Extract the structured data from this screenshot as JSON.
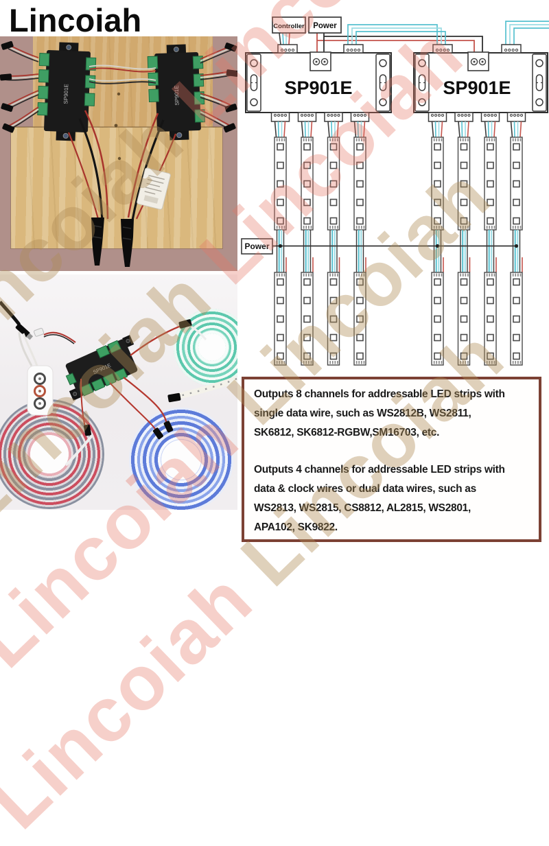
{
  "brand": {
    "logo": "Lincoiah"
  },
  "watermark": {
    "text": "Lincoiah"
  },
  "diagram": {
    "controller_label": "Controller",
    "power_label": "Power",
    "unit_label": "SP901E",
    "power_bus_label": "Power",
    "units": 2,
    "strip_columns": 8,
    "strip_rows": 2,
    "leds_per_strip": 5,
    "colors": {
      "outline": "#3a3a3a",
      "data_wire_cyan": "#55c0cf",
      "data_wire_light": "#9adce4",
      "power_wire_red": "#c4534b",
      "power_wire_black": "#2f2f2f"
    }
  },
  "info_box": {
    "border_color": "#7c4134",
    "p1": "Outputs 8 channels for addressable LED strips with\nsingle data wire, such as WS2812B, WS2811,\nSK6812, SK6812-RGBW,SM16703, etc.",
    "p2": "Outputs 4 channels for addressable LED strips with\ndata & clock wires or dual data wires, such as\nWS2813, WS2815, CS8812, AL2815, WS2801,\nAPA102, SK9822."
  },
  "photos": {
    "board_photo": {
      "device_label": "SP901E",
      "device_count": 2
    },
    "strip_photo": {
      "device_label": "SP901E",
      "reel_colors": [
        "teal",
        "red",
        "blue"
      ]
    }
  }
}
